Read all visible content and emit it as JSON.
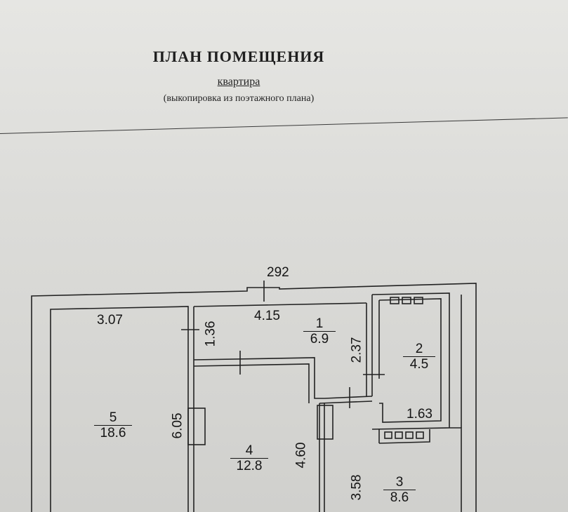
{
  "header": {
    "title": "ПЛАН ПОМЕЩЕНИЯ",
    "subtitle": "квартира",
    "note": "(выкопировка из поэтажного плана)"
  },
  "plan": {
    "top_mark": "292",
    "dimensions": {
      "d307": "3.07",
      "d415": "4.15",
      "d136": "1.36",
      "d237": "2.37",
      "d163": "1.63",
      "d605": "6.05",
      "d460": "4.60",
      "d358": "3.58"
    },
    "rooms": [
      {
        "number": "1",
        "area": "6.9"
      },
      {
        "number": "2",
        "area": "4.5"
      },
      {
        "number": "3",
        "area": "8.6"
      },
      {
        "number": "4",
        "area": "12.8"
      },
      {
        "number": "5",
        "area": "18.6"
      }
    ]
  }
}
